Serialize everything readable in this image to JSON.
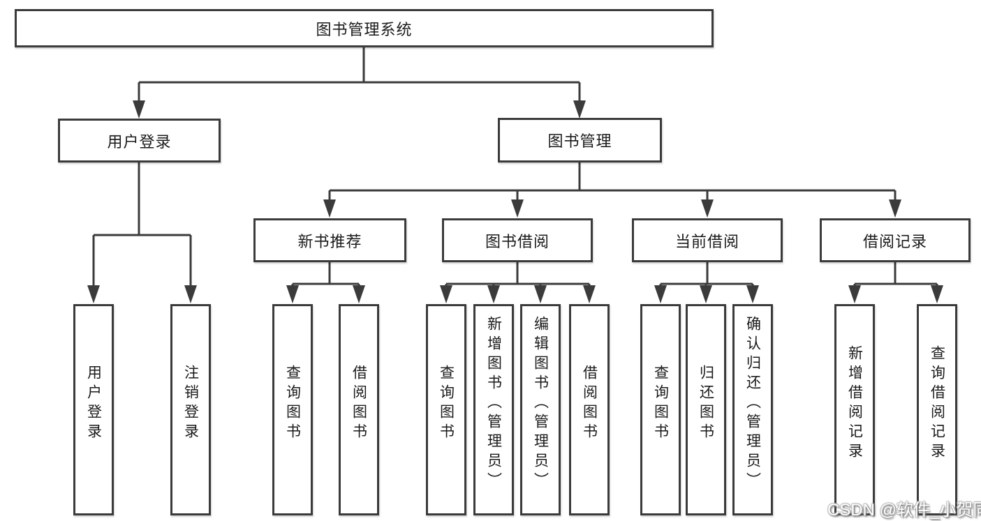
{
  "tree": {
    "root": {
      "label": "图书管理系统"
    },
    "branches": [
      {
        "label": "用户登录",
        "children": [
          {
            "label": "用户登录"
          },
          {
            "label": "注销登录"
          }
        ]
      },
      {
        "label": "图书管理",
        "children": [
          {
            "label": "新书推荐",
            "children": [
              {
                "label": "查询图书"
              },
              {
                "label": "借阅图书"
              }
            ]
          },
          {
            "label": "图书借阅",
            "children": [
              {
                "label": "查询图书"
              },
              {
                "label": "新增图书（管理员）"
              },
              {
                "label": "编辑图书（管理员）"
              },
              {
                "label": "借阅图书"
              }
            ]
          },
          {
            "label": "当前借阅",
            "children": [
              {
                "label": "查询图书"
              },
              {
                "label": "归还图书"
              },
              {
                "label": "确认归还（管理员）"
              }
            ]
          },
          {
            "label": "借阅记录",
            "children": [
              {
                "label": "新增借阅记录"
              },
              {
                "label": "查询借阅记录"
              }
            ]
          }
        ]
      }
    ]
  },
  "watermark": "CSDN @软件_小贺同学",
  "colors": {
    "line": "#3b3b3b",
    "text": "#1a1a1a",
    "background": "#ffffff",
    "watermark_fill": "#ffffff",
    "watermark_shadow": "#6e6e6e"
  }
}
